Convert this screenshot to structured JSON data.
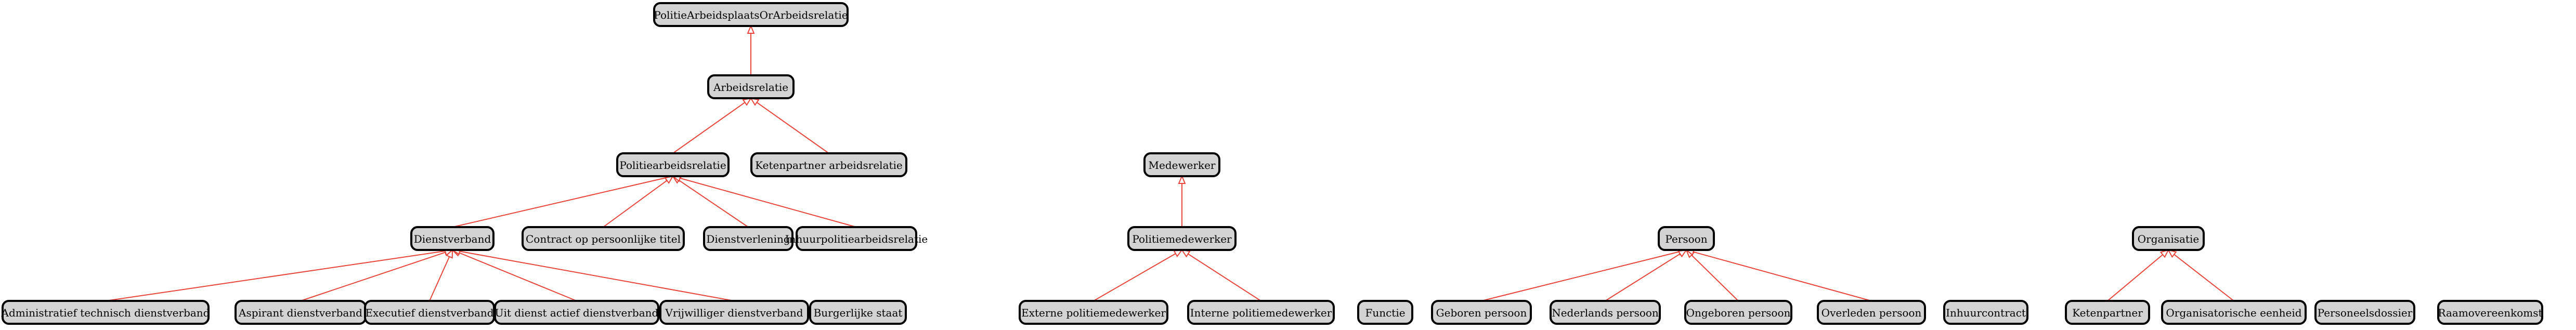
{
  "diagram": {
    "type": "class-hierarchy",
    "edge_color": "#e8443a",
    "node_fill": "#d3d3d3",
    "nodes": [
      {
        "id": "politiearbeidsplaatsorarbeidsrelatie",
        "label": "PolitieArbeidsplaatsOrArbeidsrelatie"
      },
      {
        "id": "arbeidsrelatie",
        "label": "Arbeidsrelatie"
      },
      {
        "id": "politiearbeidsrelatie",
        "label": "Politiearbeidsrelatie"
      },
      {
        "id": "ketenpartner-arbeidsrelatie",
        "label": "Ketenpartner arbeidsrelatie"
      },
      {
        "id": "dienstverband",
        "label": "Dienstverband"
      },
      {
        "id": "contract-op-persoonlijke-titel",
        "label": "Contract op persoonlijke titel"
      },
      {
        "id": "dienstverlening",
        "label": "Dienstverlening"
      },
      {
        "id": "inhuurpolitiearbeidsrelatie",
        "label": "Inhuurpolitiearbeidsrelatie"
      },
      {
        "id": "administratief-technisch-dienstverband",
        "label": "Administratief technisch dienstverband"
      },
      {
        "id": "aspirant-dienstverband",
        "label": "Aspirant dienstverband"
      },
      {
        "id": "executief-dienstverband",
        "label": "Executief dienstverband"
      },
      {
        "id": "uit-dienst-actief-dienstverband",
        "label": "Uit dienst actief dienstverband"
      },
      {
        "id": "vrijwilliger-dienstverband",
        "label": "Vrijwilliger dienstverband"
      },
      {
        "id": "burgerlijke-staat",
        "label": "Burgerlijke staat"
      },
      {
        "id": "medewerker",
        "label": "Medewerker"
      },
      {
        "id": "politiemedewerker",
        "label": "Politiemedewerker"
      },
      {
        "id": "externe-politiemedewerker",
        "label": "Externe politiemedewerker"
      },
      {
        "id": "interne-politiemedewerker",
        "label": "Interne politiemedewerker"
      },
      {
        "id": "functie",
        "label": "Functie"
      },
      {
        "id": "persoon",
        "label": "Persoon"
      },
      {
        "id": "geboren-persoon",
        "label": "Geboren persoon"
      },
      {
        "id": "nederlands-persoon",
        "label": "Nederlands persoon"
      },
      {
        "id": "ongeboren-persoon",
        "label": "Ongeboren persoon"
      },
      {
        "id": "overleden-persoon",
        "label": "Overleden persoon"
      },
      {
        "id": "inhuurcontract",
        "label": "Inhuurcontract"
      },
      {
        "id": "organisatie",
        "label": "Organisatie"
      },
      {
        "id": "ketenpartner",
        "label": "Ketenpartner"
      },
      {
        "id": "organisatorische-eenheid",
        "label": "Organisatorische eenheid"
      },
      {
        "id": "personeelsdossier",
        "label": "Personeelsdossier"
      },
      {
        "id": "raamovereenkomst",
        "label": "Raamovereenkomst"
      }
    ],
    "edges": [
      {
        "from": "arbeidsrelatie",
        "to": "politiearbeidsplaatsorarbeidsrelatie"
      },
      {
        "from": "politiearbeidsrelatie",
        "to": "arbeidsrelatie"
      },
      {
        "from": "ketenpartner-arbeidsrelatie",
        "to": "arbeidsrelatie"
      },
      {
        "from": "dienstverband",
        "to": "politiearbeidsrelatie"
      },
      {
        "from": "contract-op-persoonlijke-titel",
        "to": "politiearbeidsrelatie"
      },
      {
        "from": "dienstverlening",
        "to": "politiearbeidsrelatie"
      },
      {
        "from": "inhuurpolitiearbeidsrelatie",
        "to": "politiearbeidsrelatie"
      },
      {
        "from": "administratief-technisch-dienstverband",
        "to": "dienstverband"
      },
      {
        "from": "aspirant-dienstverband",
        "to": "dienstverband"
      },
      {
        "from": "executief-dienstverband",
        "to": "dienstverband"
      },
      {
        "from": "uit-dienst-actief-dienstverband",
        "to": "dienstverband"
      },
      {
        "from": "vrijwilliger-dienstverband",
        "to": "dienstverband"
      },
      {
        "from": "politiemedewerker",
        "to": "medewerker"
      },
      {
        "from": "externe-politiemedewerker",
        "to": "politiemedewerker"
      },
      {
        "from": "interne-politiemedewerker",
        "to": "politiemedewerker"
      },
      {
        "from": "geboren-persoon",
        "to": "persoon"
      },
      {
        "from": "nederlands-persoon",
        "to": "persoon"
      },
      {
        "from": "ongeboren-persoon",
        "to": "persoon"
      },
      {
        "from": "overleden-persoon",
        "to": "persoon"
      },
      {
        "from": "ketenpartner",
        "to": "organisatie"
      },
      {
        "from": "organisatorische-eenheid",
        "to": "organisatie"
      }
    ]
  }
}
